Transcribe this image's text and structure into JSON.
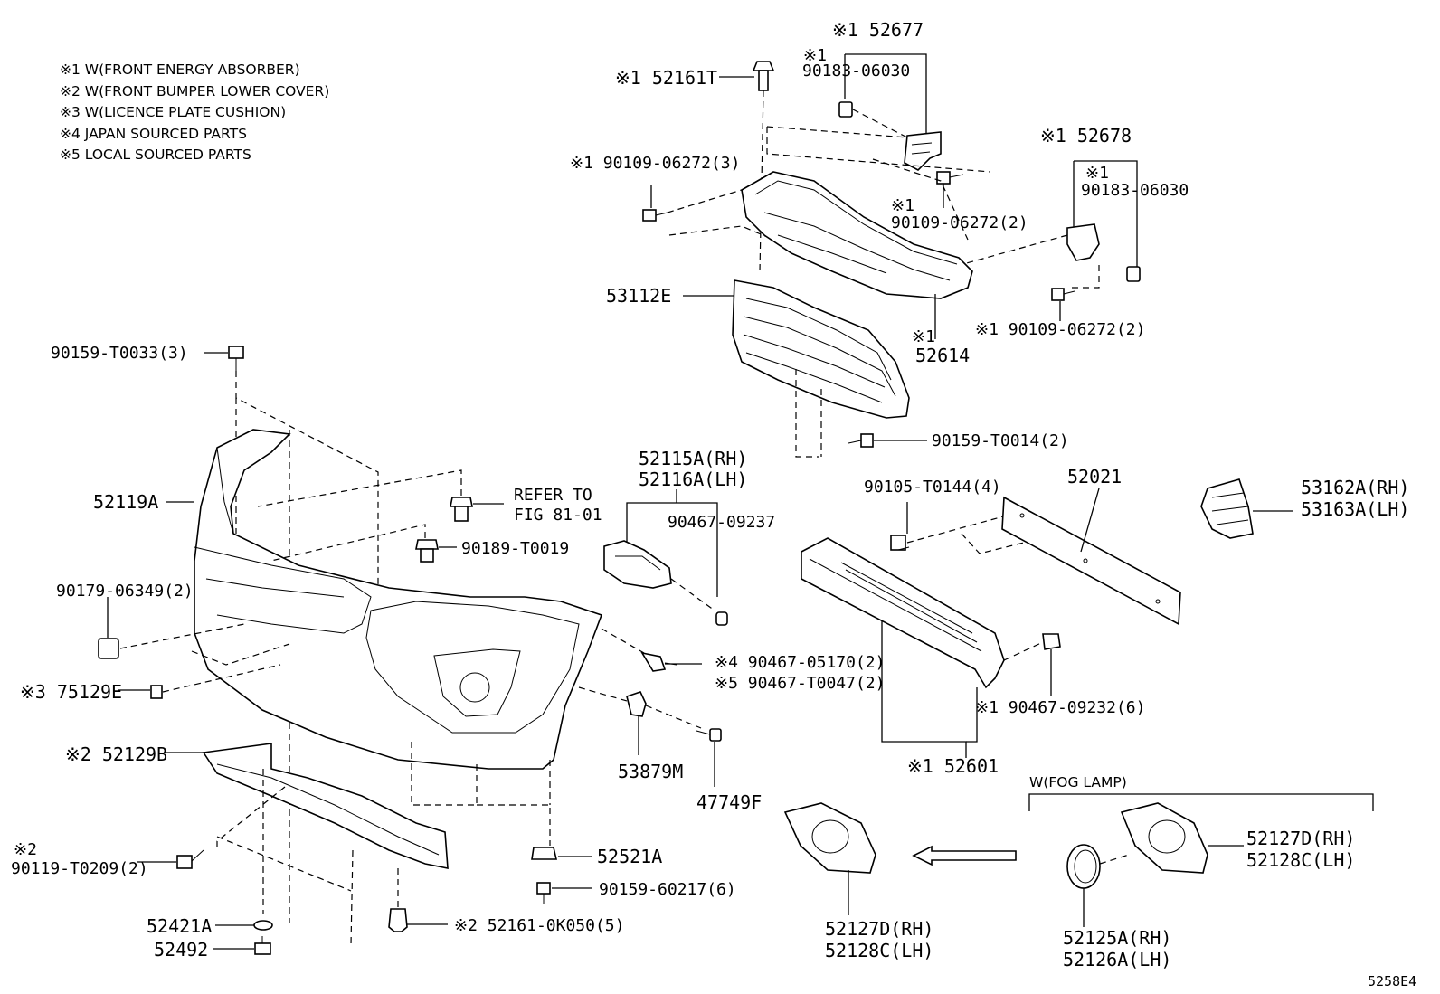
{
  "legend": [
    "※1 W(FRONT ENERGY ABSORBER)",
    "※2 W(FRONT BUMPER LOWER COVER)",
    "※3 W(LICENCE PLATE CUSHION)",
    "※4 JAPAN SOURCED PARTS",
    "※5 LOCAL SOURCED PARTS"
  ],
  "labels": {
    "p52677": "※1 52677",
    "p90183_a_mark": "※1",
    "p90183_a": "90183-06030",
    "p52161T": "※1 52161T",
    "p90109_a": "※1 90109-06272(3)",
    "p52678": "※1 52678",
    "p90183_b_mark": "※1",
    "p90183_b": "90183-06030",
    "p90109_b_mark": "※1",
    "p90109_b": "90109-06272(2)",
    "p53112E": "53112E",
    "p52614_mark": "※1",
    "p52614": "52614",
    "p90109_c": "※1 90109-06272(2)",
    "p90159_T0033": "90159-T0033(3)",
    "p90159_T0014": "90159-T0014(2)",
    "p52115A": "52115A(RH)",
    "p52116A": "52116A(LH)",
    "p52119A": "52119A",
    "p_refer1": "REFER TO",
    "p_refer2": "FIG 81-01",
    "p90189": "90189-T0019",
    "p90467_09237": "90467-09237",
    "p90105": "90105-T0144(4)",
    "p52021": "52021",
    "p53162A": "53162A(RH)",
    "p53163A": "53163A(LH)",
    "p90179": "90179-06349(2)",
    "p90467_05170": "※4 90467-05170(2)",
    "p90467_T0047": "※5 90467-T0047(2)",
    "p75129E": "※3 75129E",
    "p90467_09232": "※1 90467-09232(6)",
    "p52129B": "※2 52129B",
    "p53879M": "53879M",
    "p52601": "※1 52601",
    "p_foglamp": "W(FOG LAMP)",
    "p47749F": "47749F",
    "p90119_mark": "※2",
    "p90119": "90119-T0209(2)",
    "p52521A": "52521A",
    "p52127D_a": "52127D(RH)",
    "p52128C_a": "52128C(LH)",
    "p52127D_b": "52127D(RH)",
    "p52128C_b": "52128C(LH)",
    "p90159_60217": "90159-60217(6)",
    "p52421A": "52421A",
    "p52161_0K050": "※2 52161-0K050(5)",
    "p52125A": "52125A(RH)",
    "p52126A": "52126A(LH)",
    "p52492": "52492",
    "p_figid": "5258E4"
  }
}
